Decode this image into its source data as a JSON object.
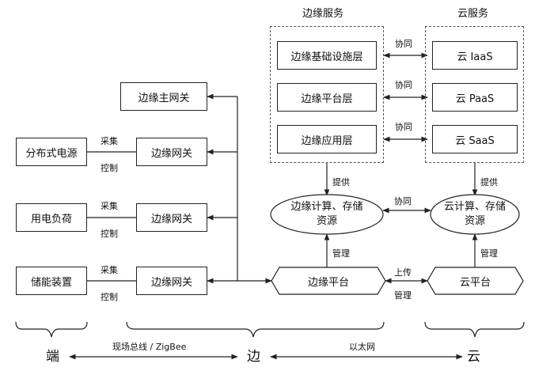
{
  "edge_services": {
    "title": "边缘服务",
    "layers": [
      "边缘基础设施层",
      "边缘平台层",
      "边缘应用层"
    ]
  },
  "cloud_services": {
    "title": "云服务",
    "layers": [
      "云 IaaS",
      "云 PaaS",
      "云 SaaS"
    ]
  },
  "labels": {
    "cooperate": "协同",
    "provide": "提供",
    "manage": "管理",
    "upload": "上传",
    "collect": "采集",
    "control": "控制"
  },
  "edge_compute": {
    "line1": "边缘计算、存储",
    "line2": "资源"
  },
  "cloud_compute": {
    "line1": "云计算、存储",
    "line2": "资源"
  },
  "edge_platform": "边缘平台",
  "cloud_platform": "云平台",
  "edge_main_gateway": "边缘主网关",
  "edge_gateway": "边缘网关",
  "devices": [
    "分布式电源",
    "用电负荷",
    "储能装置"
  ],
  "bottom": {
    "end": "端",
    "edge": "边",
    "cloud": "云",
    "fieldbus": "现场总线 / ZigBee",
    "ethernet": "以太网"
  }
}
